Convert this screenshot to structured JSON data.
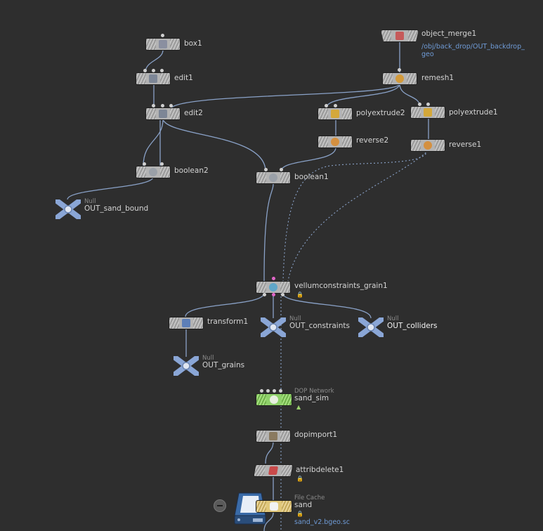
{
  "nodes": {
    "box1": "box1",
    "edit1": "edit1",
    "edit2": "edit2",
    "object_merge1": "object_merge1",
    "object_merge1_path": "/obj/back_drop/OUT_backdrop_geo",
    "remesh1": "remesh1",
    "polyextrude2": "polyextrude2",
    "polyextrude1": "polyextrude1",
    "reverse2": "reverse2",
    "reverse1": "reverse1",
    "boolean2": "boolean2",
    "boolean1": "boolean1",
    "out_sand_bound": "OUT_sand_bound",
    "vellum": "vellumconstraints_grain1",
    "transform1": "transform1",
    "out_constraints": "OUT_constraints",
    "out_colliders": "OUT_colliders",
    "out_grains": "OUT_grains",
    "sand_sim": "sand_sim",
    "dopimport1": "dopimport1",
    "attribdelete1": "attribdelete1",
    "sand": "sand",
    "sand_file": "sand_v2.bgeo.sc"
  },
  "types": {
    "null": "Null",
    "dop": "DOP Network",
    "filecache": "File Cache"
  },
  "colors": {
    "background": "#2e2e2e",
    "wire": "#8aa2c8",
    "node": "#b3b3b3",
    "dop_node": "#8fd16a",
    "cache_node": "#e0c77a",
    "path_text": "#6f9bd6"
  },
  "icons": [
    "box-icon",
    "edit-icon",
    "merge-icon",
    "remesh-icon",
    "polyextrude-icon",
    "reverse-icon",
    "boolean-icon",
    "null-icon",
    "vellum-icon",
    "transform-icon",
    "dopnet-icon",
    "dopimport-icon",
    "attribdelete-icon",
    "filecache-icon",
    "lock-icon",
    "bypass-icon"
  ]
}
